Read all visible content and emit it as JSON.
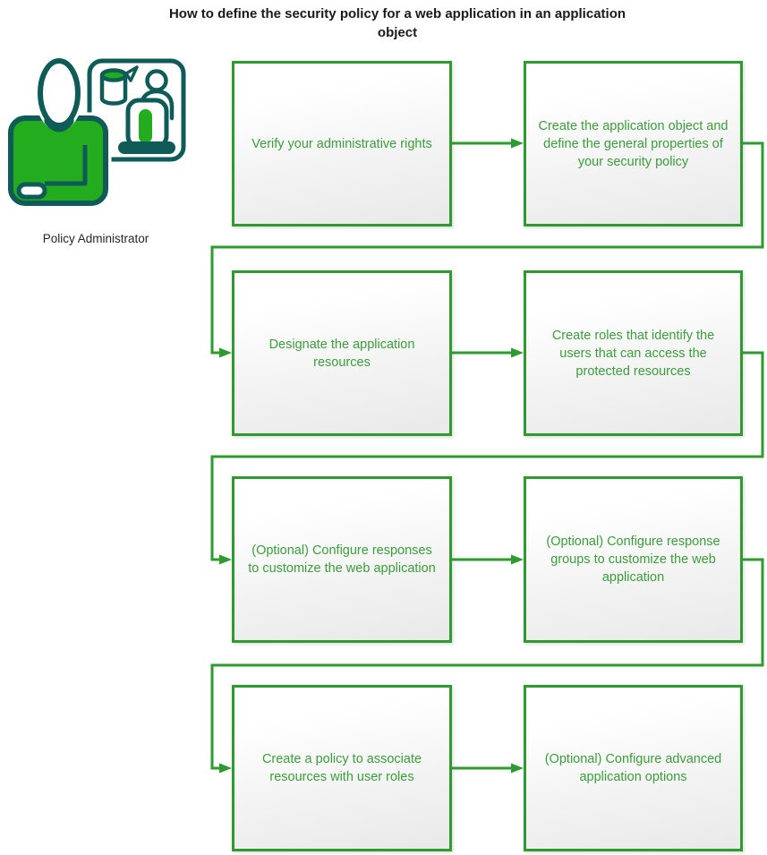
{
  "title": "How to define the security policy for a web application in an application object",
  "actor": {
    "label": "Policy Administrator"
  },
  "steps": [
    {
      "label": "Verify your administrative rights"
    },
    {
      "label": "Create the application object and define the general properties of your security policy"
    },
    {
      "label": "Designate the application resources"
    },
    {
      "label": "Create roles that identify the users that can access the protected resources"
    },
    {
      "label": "(Optional) Configure responses to customize the web application"
    },
    {
      "label": "(Optional) Configure response groups to customize the web application"
    },
    {
      "label": "Create a policy to associate resources with user roles"
    },
    {
      "label": "(Optional) Configure advanced application options"
    }
  ],
  "colors": {
    "box_border": "#2E9B2E",
    "box_text": "#3A9E3A",
    "connector": "#2E9B2E",
    "icon_outline": "#0E5B57",
    "icon_green": "#23AC1E",
    "title_text": "#1A1A1A",
    "label_text": "#262626"
  }
}
